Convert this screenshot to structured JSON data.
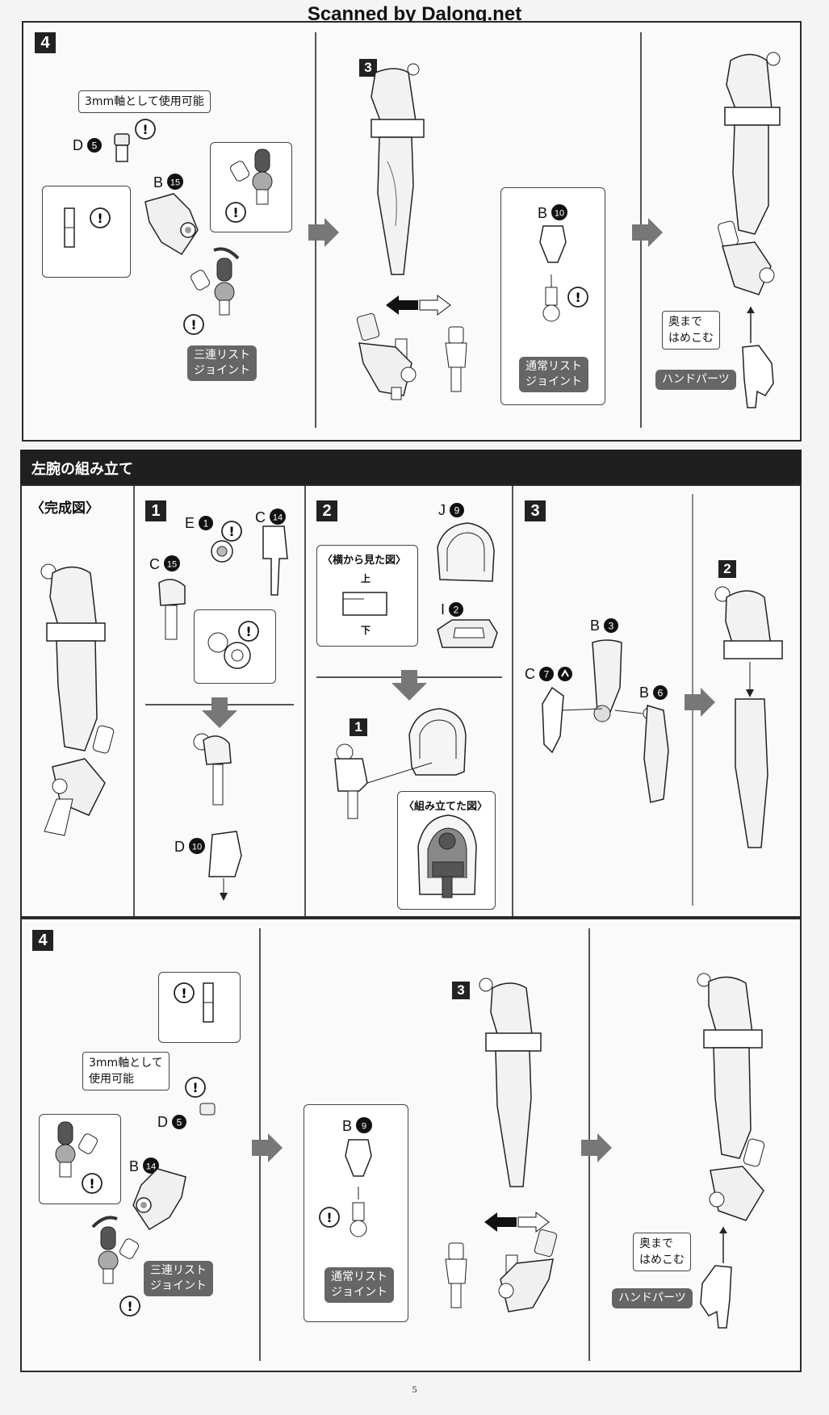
{
  "watermark": "Scanned by Dalong.net",
  "page_number": "5",
  "right_arm": {
    "step4_label": "4",
    "callout_3mm": "3mm軸として使用可能",
    "part_d5": "D",
    "part_b15": "B",
    "tag_triple": "三連リスト\nジョイント",
    "step_3_badge": "3",
    "part_b10": "B",
    "tag_normal": "通常リスト\nジョイント",
    "callout_push": "奥まで\nはめこむ",
    "tag_hand": "ハンドパーツ"
  },
  "left_arm": {
    "section_title": "左腕の組み立て",
    "completed_label": "〈完成図〉",
    "step1_label": "1",
    "part_e1": "E",
    "part_c14": "C",
    "part_c15": "C",
    "part_d10": "D",
    "step2_label": "2",
    "part_j9": "J",
    "side_view_title": "〈横から見た図〉",
    "side_top": "上",
    "side_bottom": "下",
    "part_i2": "I",
    "badge_1": "1",
    "assembled_title": "〈組み立てた図〉",
    "step3_label": "3",
    "badge_2": "2",
    "part_b3": "B",
    "part_c7": "C",
    "part_b6": "B"
  },
  "left_step4": {
    "step4_label": "4",
    "callout_3mm": "3mm軸として\n使用可能",
    "part_d5": "D",
    "part_b14": "B",
    "tag_triple": "三連リスト\nジョイント",
    "badge_3": "3",
    "part_b9": "B",
    "tag_normal": "通常リスト\nジョイント",
    "callout_push": "奥まで\nはめこむ",
    "tag_hand": "ハンドパーツ"
  },
  "numbers": {
    "n5": "5",
    "n15": "15",
    "n10": "10",
    "n1": "1",
    "n14": "14",
    "n9": "9",
    "n2": "2",
    "n3": "3",
    "n7": "7",
    "n6": "6"
  }
}
